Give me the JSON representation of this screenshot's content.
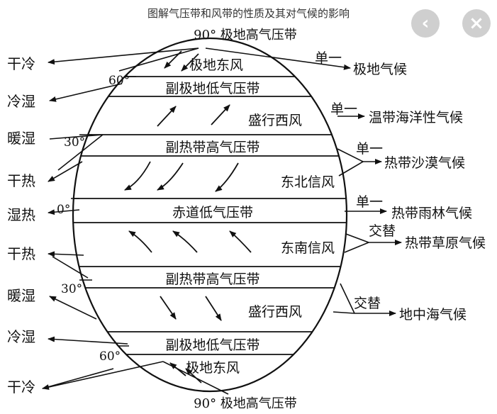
{
  "title": "图解气压带和风带的性质及其对气候的影响",
  "nav": {
    "prev_icon": "‹",
    "next_icon": "×"
  },
  "pressure_belts": {
    "polar_high_north": "90° 极地高气压带",
    "subpolar_low_north": "副极地低气压带",
    "subtropical_high_north": "副热带高气压带",
    "equatorial_low": "赤道低气压带",
    "subtropical_high_south": "副热带高气压带",
    "subpolar_low_south": "副极地低气压带",
    "polar_high_south": "90° 极地高气压带"
  },
  "wind_belts": {
    "polar_easterly_north": "极地东风",
    "westerly_north": "盛行西风",
    "ne_trade": "东北信风",
    "se_trade": "东南信风",
    "westerly_south": "盛行西风",
    "polar_easterly_south": "极地东风"
  },
  "latitudes": {
    "n60": "60°",
    "n30": "30°",
    "eq": "0°",
    "s30": "30°",
    "s60": "60°"
  },
  "properties": {
    "dry_cold_n": "干冷",
    "cold_wet_n": "冷湿",
    "warm_wet_n": "暖湿",
    "dry_hot_n": "干热",
    "wet_hot": "湿热",
    "dry_hot_s": "干热",
    "warm_wet_s": "暖湿",
    "cold_wet_s": "冷湿",
    "dry_cold_s": "干冷"
  },
  "climates": {
    "polar": {
      "mode": "单一",
      "name": "极地气候"
    },
    "maritime": {
      "mode": "单一",
      "name": "温带海洋性气候"
    },
    "desert": {
      "mode": "单一",
      "name": "热带沙漠气候"
    },
    "rainforest": {
      "mode": "单一",
      "name": "热带雨林气候"
    },
    "savanna": {
      "mode": "交替",
      "name": "热带草原气候"
    },
    "mediterranean": {
      "mode": "交替",
      "name": "地中海气候"
    }
  }
}
